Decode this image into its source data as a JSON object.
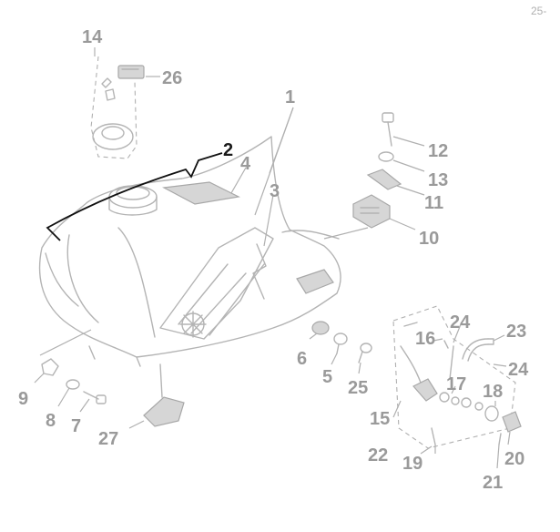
{
  "page_ref": "25-",
  "callouts": [
    {
      "id": "1",
      "text": "1"
    },
    {
      "id": "2",
      "text": "2",
      "emphasis": true
    },
    {
      "id": "3",
      "text": "3"
    },
    {
      "id": "4",
      "text": "4"
    },
    {
      "id": "5",
      "text": "5"
    },
    {
      "id": "6",
      "text": "6"
    },
    {
      "id": "7",
      "text": "7"
    },
    {
      "id": "8",
      "text": "8"
    },
    {
      "id": "9",
      "text": "9"
    },
    {
      "id": "10",
      "text": "10"
    },
    {
      "id": "11",
      "text": "11"
    },
    {
      "id": "12",
      "text": "12"
    },
    {
      "id": "13",
      "text": "13"
    },
    {
      "id": "14",
      "text": "14"
    },
    {
      "id": "15",
      "text": "15"
    },
    {
      "id": "16",
      "text": "16"
    },
    {
      "id": "17",
      "text": "17"
    },
    {
      "id": "18",
      "text": "18"
    },
    {
      "id": "19",
      "text": "19"
    },
    {
      "id": "20",
      "text": "20"
    },
    {
      "id": "21",
      "text": "21"
    },
    {
      "id": "22",
      "text": "22"
    },
    {
      "id": "23",
      "text": "23"
    },
    {
      "id": "24a",
      "text": "24"
    },
    {
      "id": "24b",
      "text": "24"
    },
    {
      "id": "25",
      "text": "25"
    },
    {
      "id": "26",
      "text": "26"
    },
    {
      "id": "27",
      "text": "27"
    }
  ],
  "colors": {
    "label": "#9a9a9a",
    "label_emphasis": "#1a1a1a",
    "line": "#b4b4b4"
  }
}
